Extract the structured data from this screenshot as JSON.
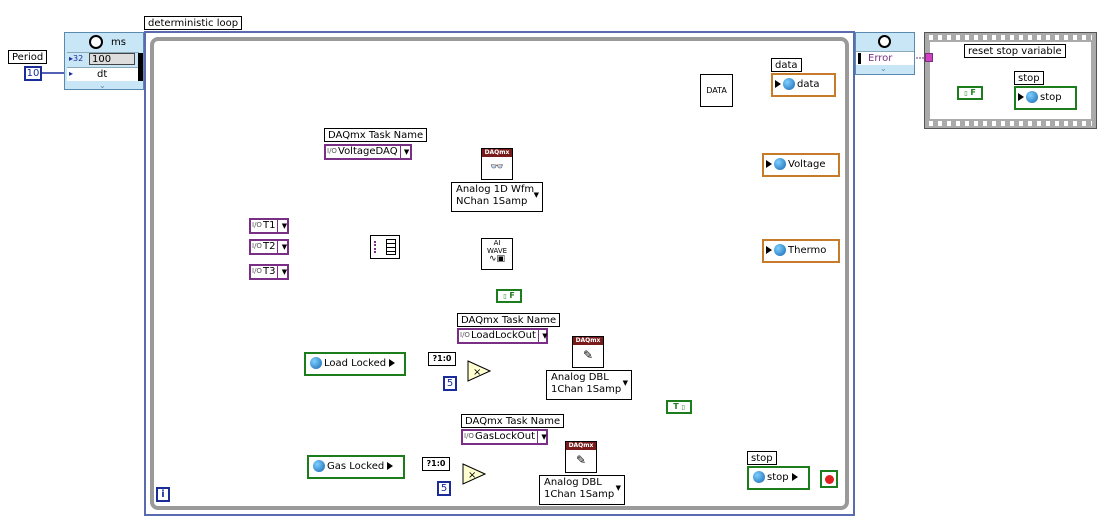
{
  "period": {
    "label": "Period",
    "value": "10"
  },
  "wait": {
    "unit": "ms",
    "value": "100",
    "output_label": "dt"
  },
  "loop": {
    "label": "deterministic loop",
    "iteration": "i"
  },
  "data_block": {
    "constant": "DATA",
    "label": "data",
    "var": "data"
  },
  "voltage": {
    "task_label": "DAQmx Task Name",
    "task": "VoltageDAQ",
    "poly_line1": "Analog 1D Wfm",
    "poly_line2": "NChan 1Samp",
    "var": "Voltage"
  },
  "thermo": {
    "channels": [
      "T1",
      "T2",
      "T3"
    ],
    "wave_top": "AI",
    "wave_mid": "WAVE",
    "var": "Thermo",
    "bool": "F"
  },
  "loadlock": {
    "task_label": "DAQmx Task Name",
    "task": "LoadLockOut",
    "var": "Load Locked",
    "conv": "?1:0",
    "mult": "5",
    "poly_line1": "Analog DBL",
    "poly_line2": "1Chan 1Samp"
  },
  "gaslock": {
    "task_label": "DAQmx Task Name",
    "task": "GasLockOut",
    "var": "Gas Locked",
    "conv": "?1:0",
    "mult": "5",
    "poly_line1": "Analog DBL",
    "poly_line2": "1Chan 1Samp"
  },
  "true_const": "T",
  "stop_in_loop": {
    "label": "stop",
    "var": "stop"
  },
  "error": {
    "label": "Error"
  },
  "reset": {
    "label": "reset stop variable",
    "bool": "F",
    "stop_label": "stop",
    "stop_var": "stop"
  },
  "daqmx_tag": "DAQmx",
  "colors": {
    "numeric": "#1a2c9a",
    "task": "#7a2e86",
    "bool": "#1b7d1b",
    "wfm": "#c77a2a",
    "daq_header": "#7a1b1b"
  }
}
